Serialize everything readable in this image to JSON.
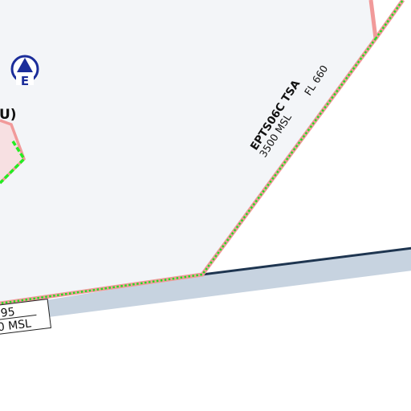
{
  "map": {
    "colors": {
      "background": "#ffffff",
      "tsa_fill": "#f3f5f8",
      "tsa_border": "#f19a9a",
      "dotted_line": "#22dd22",
      "dashed_line": "#22ee22",
      "pink_zone_fill": "#f7e0e2",
      "airway_fill": "#c7d3e0",
      "airway_edge": "#1e3550",
      "waypoint_symbol": "#1b2d9a"
    },
    "airspace": {
      "name": "EPTS06C TSA",
      "lower_limit": "3500 MSL",
      "upper_limit": "FL 660"
    },
    "zone_fragment": {
      "label_partial": "U)"
    },
    "airway_box": {
      "line1_partial": "95",
      "line2_partial": "0 MSL"
    },
    "waypoint": {
      "symbol": "triangle-in-circle",
      "letter": "E"
    }
  }
}
